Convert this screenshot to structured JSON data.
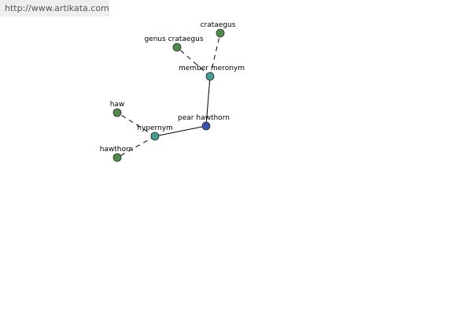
{
  "banner": {
    "url": "http://www.artikata.com"
  },
  "graph": {
    "colors": {
      "root_node": "#3f50a8",
      "relation_node": "#4a9a94",
      "word_node": "#4f8a4c",
      "node_stroke": "#2d2d2d",
      "edge": "#000000",
      "background": "#ffffff",
      "banner_bg": "#eeeeee",
      "banner_text": "#555555"
    },
    "nodes": [
      {
        "id": "pear_hawthorn",
        "label": "pear hawthorn",
        "kind": "root"
      },
      {
        "id": "hypernym",
        "label": "hypernym",
        "kind": "relation"
      },
      {
        "id": "member_meronym",
        "label": "member meronym",
        "kind": "relation"
      },
      {
        "id": "haw",
        "label": "haw",
        "kind": "word"
      },
      {
        "id": "hawthorn",
        "label": "hawthorn",
        "kind": "word"
      },
      {
        "id": "genus_crataegus",
        "label": "genus crataegus",
        "kind": "word"
      },
      {
        "id": "crataegus",
        "label": "crataegus",
        "kind": "word"
      }
    ],
    "edges": [
      {
        "from": "pear_hawthorn",
        "to": "hypernym",
        "style": "solid"
      },
      {
        "from": "pear_hawthorn",
        "to": "member_meronym",
        "style": "solid"
      },
      {
        "from": "hypernym",
        "to": "haw",
        "style": "dashed"
      },
      {
        "from": "hypernym",
        "to": "hawthorn",
        "style": "dashed"
      },
      {
        "from": "member_meronym",
        "to": "genus_crataegus",
        "style": "dashed"
      },
      {
        "from": "member_meronym",
        "to": "crataegus",
        "style": "dashed"
      }
    ]
  }
}
